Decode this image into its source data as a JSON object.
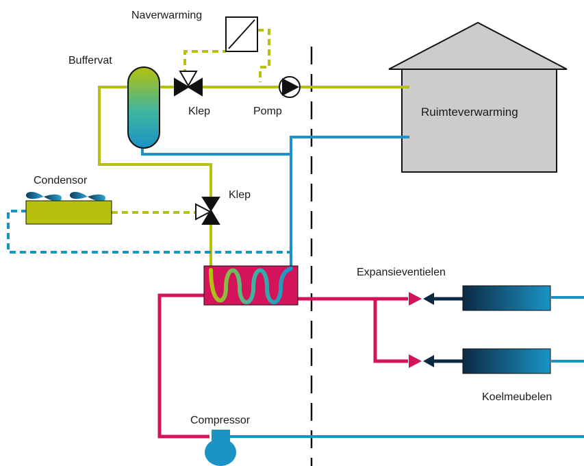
{
  "labels": {
    "naverwarming": "Naverwarming",
    "buffervat": "Buffervat",
    "klep_top": "Klep",
    "pomp": "Pomp",
    "ruimteverwarming": "Ruimteverwarming",
    "condensor": "Condensor",
    "klep_mid": "Klep",
    "expansieventielen": "Expansieventielen",
    "koelmeubelen": "Koelmeubelen",
    "compressor": "Compressor"
  },
  "colors": {
    "warm_line": "#b5c10c",
    "cold_line": "#1b93c5",
    "refrigerant_line": "#d4145a",
    "house_fill": "#cccccc",
    "condensor_fill": "#b5c10c",
    "heat_exchanger_fill": "#d4145a",
    "valve_fill": "#111111",
    "divider": "#111111"
  },
  "icons": {
    "buffer_tank": "buffer-tank-icon",
    "pump": "pump-icon",
    "valve": "three-way-valve-icon",
    "heater": "electric-heater-icon",
    "condenser": "condenser-unit-icon",
    "fan": "fan-blade-icon",
    "heat_exchanger": "heat-exchanger-icon",
    "expansion_valve": "expansion-valve-icon",
    "cooling_cabinet": "cooling-cabinet-icon",
    "compressor": "compressor-icon"
  }
}
